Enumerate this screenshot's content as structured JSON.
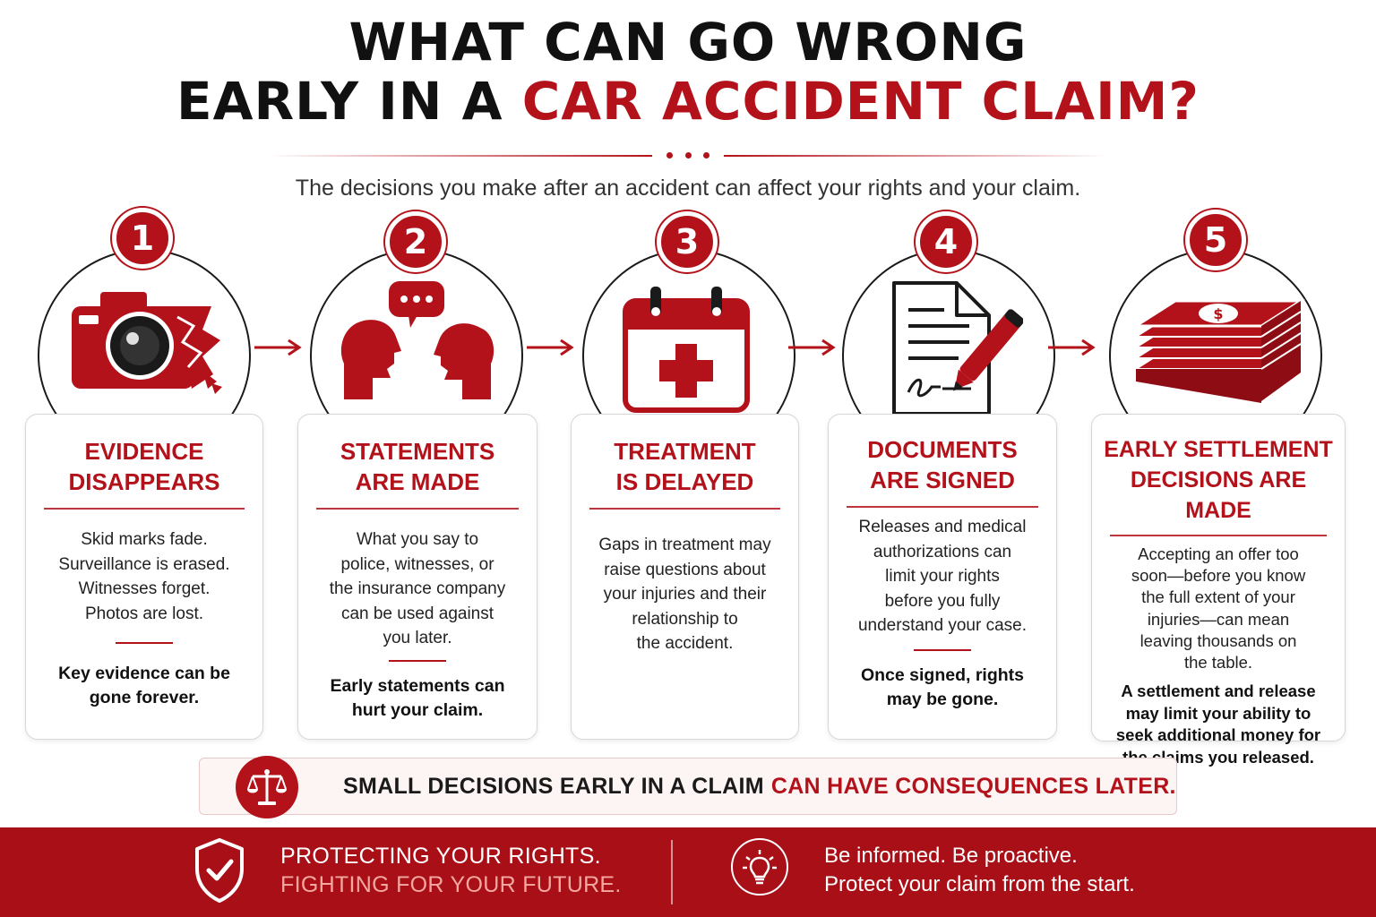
{
  "header": {
    "title_line1": "WHAT CAN GO WRONG",
    "title_line2_dark": "EARLY IN A",
    "title_line2_red": "CAR ACCIDENT CLAIM?",
    "subtitle": "The decisions  you make after an accident can affect your rights and your claim."
  },
  "steps": [
    {
      "number": "1",
      "icon": "broken-camera-icon",
      "title_l1": "EVIDENCE",
      "title_l2": "DISAPPEARS",
      "body": [
        "Skid marks fade.",
        "Surveillance is erased.",
        "Witnesses forget.",
        "Photos are lost."
      ],
      "conclusion": [
        "Key evidence can be",
        "gone forever."
      ]
    },
    {
      "number": "2",
      "icon": "conversation-heads-icon",
      "title_l1": "STATEMENTS",
      "title_l2": "ARE MADE",
      "body": [
        "What you say to",
        "police, witnesses, or",
        "the insurance company",
        "can be used against",
        "you later."
      ],
      "conclusion": [
        "Early statements can",
        "hurt your claim."
      ]
    },
    {
      "number": "3",
      "icon": "medical-calendar-icon",
      "title_l1": "TREATMENT",
      "title_l2": "IS DELAYED",
      "body": [
        "Gaps in treatment may",
        "raise questions about",
        "your injuries and their",
        "relationship to",
        "the accident."
      ],
      "conclusion": []
    },
    {
      "number": "4",
      "icon": "signed-document-icon",
      "title_l1": "DOCUMENTS",
      "title_l2": "ARE SIGNED",
      "body": [
        "Releases and medical",
        "authorizations can",
        "limit your rights",
        "before you fully",
        "understand your case."
      ],
      "conclusion": [
        "Once signed, rights",
        "may be gone."
      ]
    },
    {
      "number": "5",
      "icon": "money-stack-icon",
      "title_l1": "EARLY SETTLEMENT",
      "title_l2": "DECISIONS ARE MADE",
      "body": [
        "Accepting an offer too",
        "soon—before you know",
        "the full extent of your",
        "injuries—can mean",
        "leaving thousands on",
        "the table."
      ],
      "conclusion": [
        "A settlement and release",
        "may limit your ability to",
        "seek additional money for",
        "the claims you released."
      ]
    }
  ],
  "banner": {
    "icon": "scales-of-justice-icon",
    "text_dark": "SMALL DECISIONS EARLY IN A CLAIM",
    "text_red": "CAN HAVE CONSEQUENCES LATER."
  },
  "footer": {
    "left_icon": "shield-check-icon",
    "left_line1": "PROTECTING YOUR RIGHTS.",
    "left_line2": "FIGHTING FOR YOUR FUTURE.",
    "right_icon": "lightbulb-icon",
    "right_line1": "Be informed. Be proactive.",
    "right_line2": "Protect your claim from the start."
  },
  "colors": {
    "accent": "#b3121a",
    "footer_bg": "#a80f17",
    "footer_accent_text": "#f4a8a0"
  }
}
